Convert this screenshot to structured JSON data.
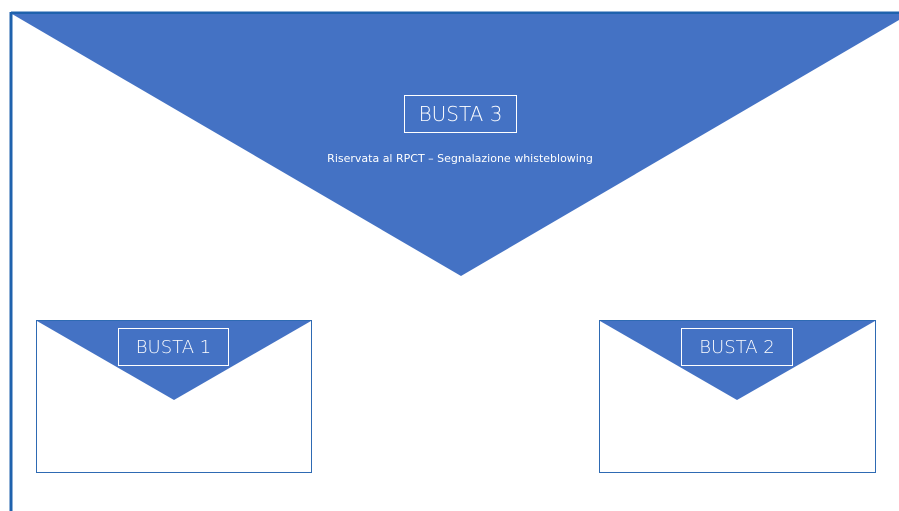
{
  "colors": {
    "envelope_fill": "#4472c4",
    "envelope_stroke": "#2e6ab3",
    "frame_line": "#1f62ad",
    "label_text": "#ffffff"
  },
  "envelopes": {
    "busta3": {
      "label": "BUSTA 3",
      "subtitle": "Riservata al RPCT – Segnalazione whisteblowing"
    },
    "busta1": {
      "label": "BUSTA 1"
    },
    "busta2": {
      "label": "BUSTA 2"
    }
  }
}
